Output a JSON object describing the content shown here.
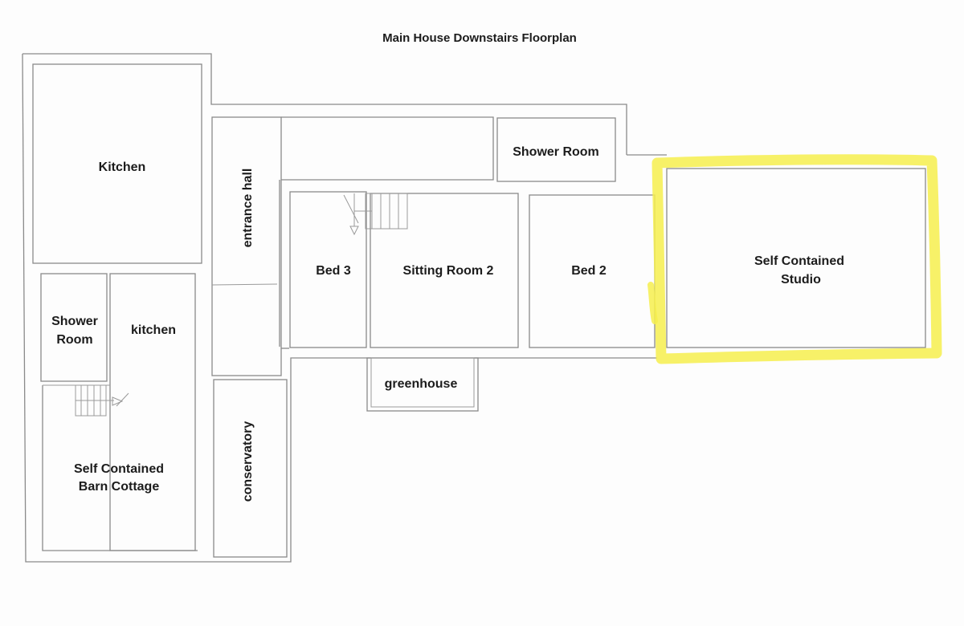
{
  "title": "Main House Downstairs Floorplan",
  "rooms": {
    "kitchen_main": "Kitchen",
    "shower_room_top": "Shower Room",
    "entrance_hall": "entrance hall",
    "bed_3": "Bed 3",
    "sitting_room_2": "Sitting Room 2",
    "bed_2": "Bed 2",
    "studio_line1": "Self Contained",
    "studio_line2": "Studio",
    "shower_room_barn_line1": "Shower",
    "shower_room_barn_line2": "Room",
    "kitchen_barn": "kitchen",
    "greenhouse": "greenhouse",
    "conservatory": "conservatory",
    "barn_line1": "Self Contained",
    "barn_line2": "Barn Cottage"
  },
  "colors": {
    "highlight": "#f6ee4d",
    "walls": "#8a8a8a"
  }
}
